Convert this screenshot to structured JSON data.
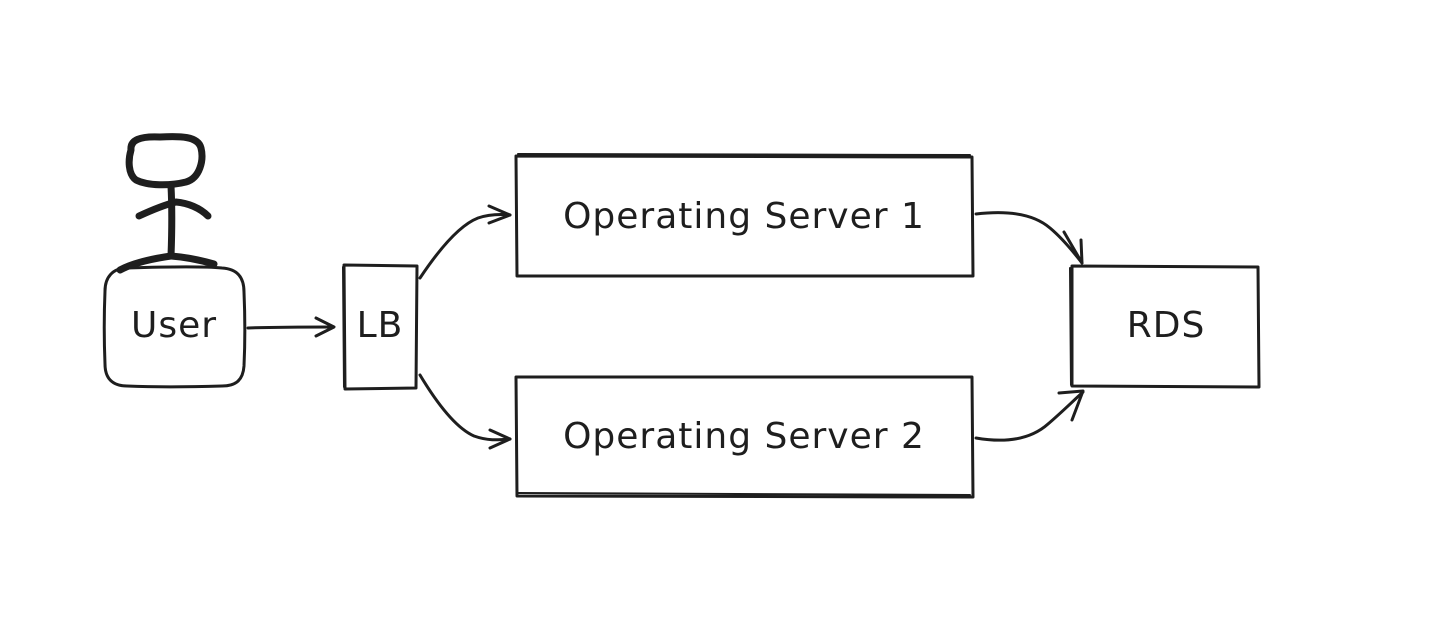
{
  "nodes": {
    "user": {
      "label": "User"
    },
    "lb": {
      "label": "LB"
    },
    "server1": {
      "label": "Operating Server 1"
    },
    "server2": {
      "label": "Operating Server 2"
    },
    "rds": {
      "label": "RDS"
    }
  },
  "edges": [
    {
      "from": "user",
      "to": "lb"
    },
    {
      "from": "lb",
      "to": "server1"
    },
    {
      "from": "lb",
      "to": "server2"
    },
    {
      "from": "server1",
      "to": "rds"
    },
    {
      "from": "server2",
      "to": "rds"
    }
  ],
  "colors": {
    "stroke": "#1e1e1e",
    "background": "#ffffff"
  },
  "icons": {
    "user_figure": "stick-figure-icon"
  }
}
